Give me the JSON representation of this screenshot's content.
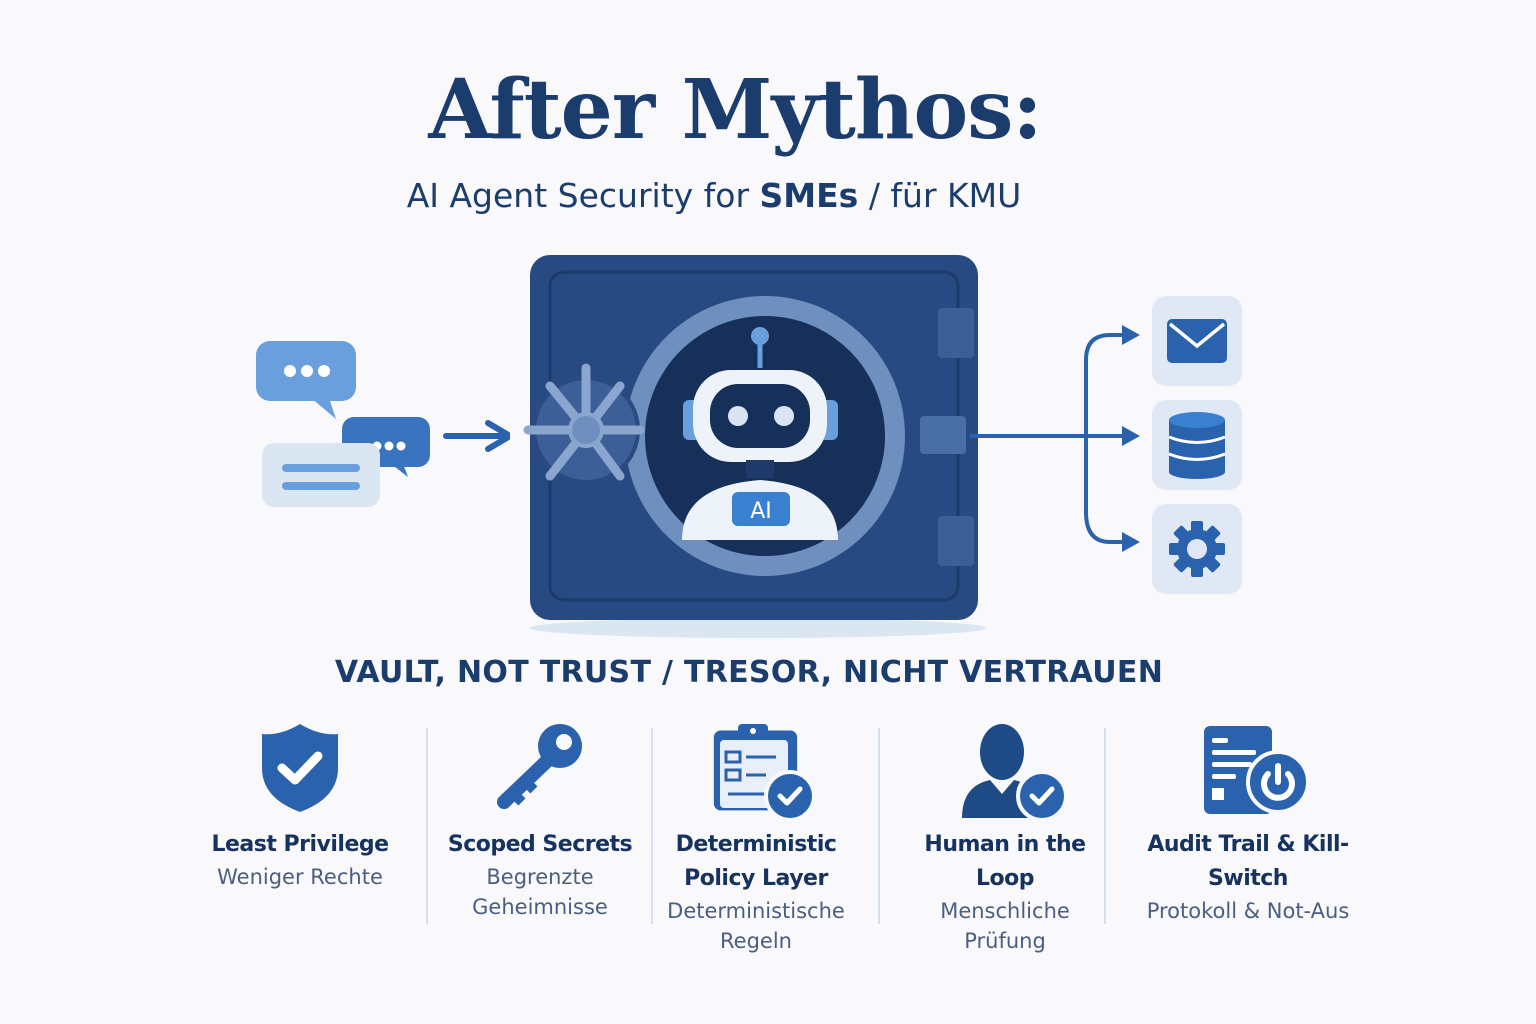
{
  "header": {
    "title": "After Mythos:",
    "subtitle_prefix": "AI Agent Security for ",
    "subtitle_bold": "SMEs",
    "subtitle_suffix": " / für KMU"
  },
  "diagram": {
    "inputs": [
      "chat-bubble-icon",
      "chat-bubble-icon",
      "message-card-icon"
    ],
    "vault": {
      "icon": "vault-safe-icon",
      "robot_badge": "AI"
    },
    "outputs": [
      {
        "icon": "envelope-icon",
        "label": "email"
      },
      {
        "icon": "database-icon",
        "label": "database"
      },
      {
        "icon": "gear-icon",
        "label": "settings"
      }
    ]
  },
  "tagline": "VAULT, NOT TRUST / TRESOR, NICHT VERTRAUEN",
  "pillars": [
    {
      "icon": "shield-check-icon",
      "title": "Least Privilege",
      "subtitle": "Weniger Rechte"
    },
    {
      "icon": "key-icon",
      "title": "Scoped Secrets",
      "subtitle": "Begrenzte Geheimnisse"
    },
    {
      "icon": "clipboard-check-icon",
      "title": "Deterministic Policy Layer",
      "subtitle": "Deterministische Regeln"
    },
    {
      "icon": "person-check-icon",
      "title": "Human in the Loop",
      "subtitle": "Menschliche Prüfung"
    },
    {
      "icon": "audit-power-icon",
      "title": "Audit Trail & Kill-Switch",
      "subtitle": "Protokoll & Not-Aus"
    }
  ],
  "colors": {
    "background": "#f9f8fa",
    "navy": "#1b3d6e",
    "primary_blue": "#2a62ad",
    "light_blue": "#6a9fdd",
    "pale_blue": "#dfe8f4",
    "vault_body": "#2a4a80"
  }
}
